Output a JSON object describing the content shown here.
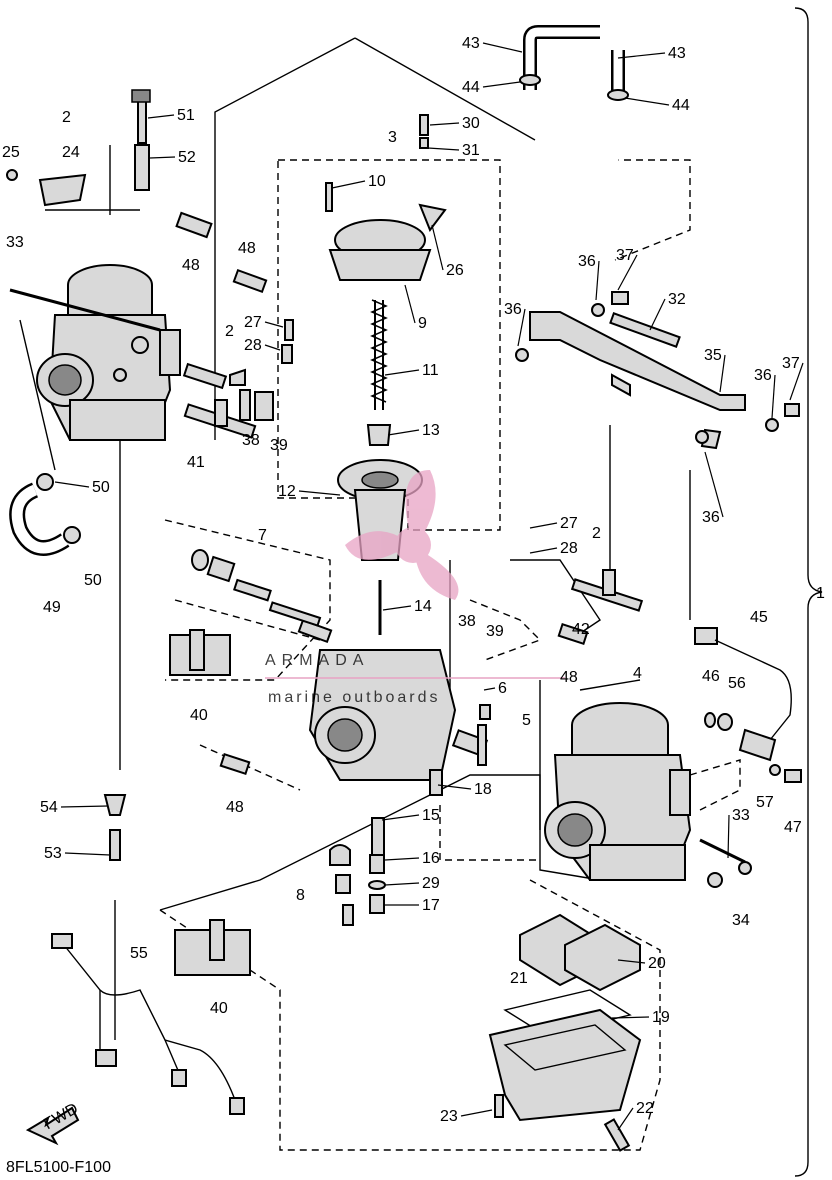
{
  "diagram_code": "8FL5100-F100",
  "fwd_label": "FWD",
  "assembly_callout": "1",
  "watermark": {
    "brand": "ARMADA",
    "tagline": "marine outboards",
    "color": "#e8a3c4"
  },
  "callouts": [
    {
      "id": "c43a",
      "label": "43"
    },
    {
      "id": "c43b",
      "label": "43"
    },
    {
      "id": "c44a",
      "label": "44"
    },
    {
      "id": "c44b",
      "label": "44"
    },
    {
      "id": "c2a",
      "label": "2"
    },
    {
      "id": "c51",
      "label": "51"
    },
    {
      "id": "c52",
      "label": "52"
    },
    {
      "id": "c25",
      "label": "25"
    },
    {
      "id": "c24",
      "label": "24"
    },
    {
      "id": "c30",
      "label": "30"
    },
    {
      "id": "c3",
      "label": "3"
    },
    {
      "id": "c31",
      "label": "31"
    },
    {
      "id": "c10",
      "label": "10"
    },
    {
      "id": "c26",
      "label": "26"
    },
    {
      "id": "c33a",
      "label": "33"
    },
    {
      "id": "c48a",
      "label": "48"
    },
    {
      "id": "c48b",
      "label": "48"
    },
    {
      "id": "c36a",
      "label": "36"
    },
    {
      "id": "c37a",
      "label": "37"
    },
    {
      "id": "c32",
      "label": "32"
    },
    {
      "id": "c36b",
      "label": "36"
    },
    {
      "id": "c9",
      "label": "9"
    },
    {
      "id": "c27a",
      "label": "27"
    },
    {
      "id": "c2b",
      "label": "2"
    },
    {
      "id": "c28a",
      "label": "28"
    },
    {
      "id": "c35",
      "label": "35"
    },
    {
      "id": "c36c",
      "label": "36"
    },
    {
      "id": "c37b",
      "label": "37"
    },
    {
      "id": "c11",
      "label": "11"
    },
    {
      "id": "c38a",
      "label": "38"
    },
    {
      "id": "c39a",
      "label": "39"
    },
    {
      "id": "c13",
      "label": "13"
    },
    {
      "id": "c41",
      "label": "41"
    },
    {
      "id": "c50a",
      "label": "50"
    },
    {
      "id": "c12",
      "label": "12"
    },
    {
      "id": "c36d",
      "label": "36"
    },
    {
      "id": "c7",
      "label": "7"
    },
    {
      "id": "c27b",
      "label": "27"
    },
    {
      "id": "c2c",
      "label": "2"
    },
    {
      "id": "c28b",
      "label": "28"
    },
    {
      "id": "c50b",
      "label": "50"
    },
    {
      "id": "c49",
      "label": "49"
    },
    {
      "id": "c14",
      "label": "14"
    },
    {
      "id": "c38b",
      "label": "38"
    },
    {
      "id": "c39b",
      "label": "39"
    },
    {
      "id": "c42",
      "label": "42"
    },
    {
      "id": "c45",
      "label": "45"
    },
    {
      "id": "c48c",
      "label": "48"
    },
    {
      "id": "c4",
      "label": "4"
    },
    {
      "id": "c46",
      "label": "46"
    },
    {
      "id": "c56",
      "label": "56"
    },
    {
      "id": "c40a",
      "label": "40"
    },
    {
      "id": "c6",
      "label": "6"
    },
    {
      "id": "c5",
      "label": "5"
    },
    {
      "id": "c18",
      "label": "18"
    },
    {
      "id": "c48d",
      "label": "48"
    },
    {
      "id": "c54",
      "label": "54"
    },
    {
      "id": "c15",
      "label": "15"
    },
    {
      "id": "c57",
      "label": "57"
    },
    {
      "id": "c47",
      "label": "47"
    },
    {
      "id": "c33b",
      "label": "33"
    },
    {
      "id": "c53",
      "label": "53"
    },
    {
      "id": "c16",
      "label": "16"
    },
    {
      "id": "c29",
      "label": "29"
    },
    {
      "id": "c8",
      "label": "8"
    },
    {
      "id": "c17",
      "label": "17"
    },
    {
      "id": "c34",
      "label": "34"
    },
    {
      "id": "c55",
      "label": "55"
    },
    {
      "id": "c20",
      "label": "20"
    },
    {
      "id": "c40b",
      "label": "40"
    },
    {
      "id": "c21",
      "label": "21"
    },
    {
      "id": "c19",
      "label": "19"
    },
    {
      "id": "c23",
      "label": "23"
    },
    {
      "id": "c22",
      "label": "22"
    }
  ]
}
